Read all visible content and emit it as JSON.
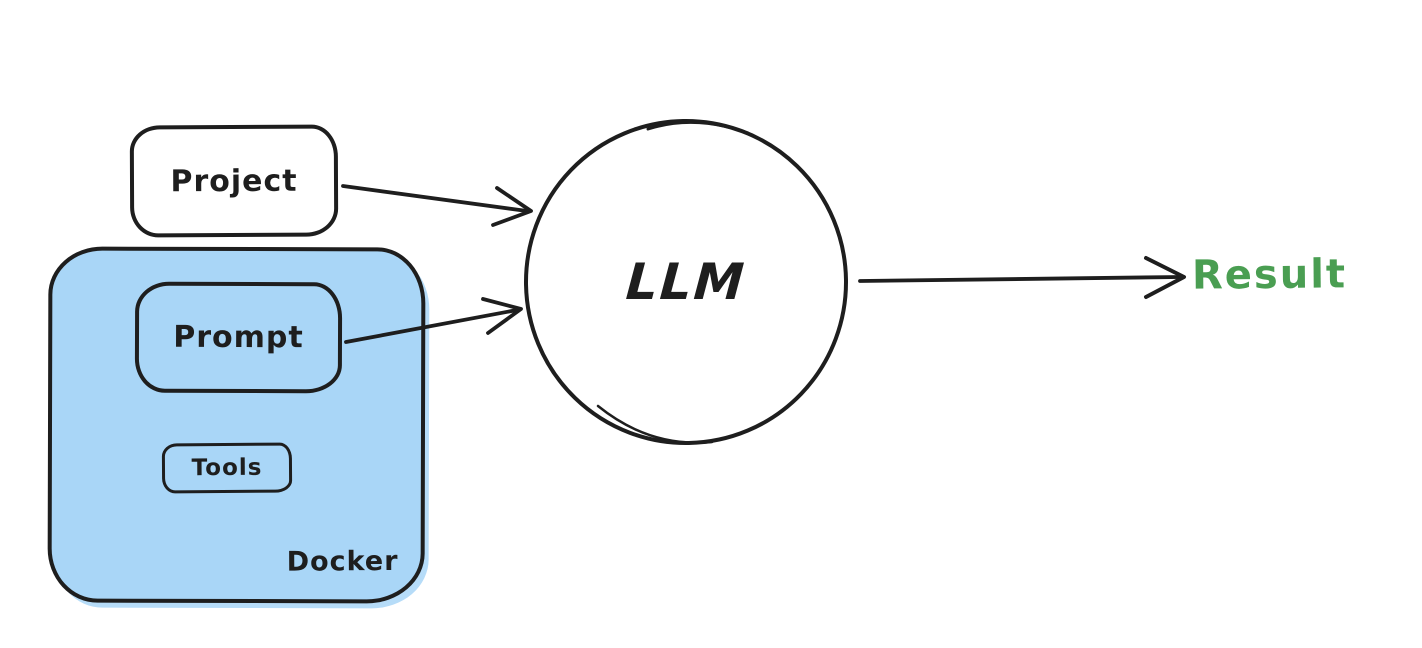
{
  "diagram": {
    "nodes": {
      "project": {
        "label": "Project",
        "shape": "rounded-rectangle",
        "fill": "#ffffff"
      },
      "docker_container": {
        "label": "Docker",
        "shape": "rounded-rectangle",
        "fill": "#a9d6f7"
      },
      "prompt": {
        "label": "Prompt",
        "shape": "rounded-rectangle",
        "fill": "transparent",
        "inside": "Docker"
      },
      "tools": {
        "label": "Tools",
        "shape": "rounded-rectangle",
        "fill": "transparent",
        "inside": "Docker"
      },
      "llm": {
        "label": "LLM",
        "shape": "circle",
        "fill": "#ffffff"
      },
      "result": {
        "label": "Result",
        "shape": "text"
      }
    },
    "edges": [
      {
        "from": "Project",
        "to": "LLM",
        "style": "arrow"
      },
      {
        "from": "Prompt",
        "to": "LLM",
        "style": "arrow"
      },
      {
        "from": "LLM",
        "to": "Result",
        "style": "arrow"
      }
    ],
    "colors": {
      "stroke": "#1e1e1e",
      "container_fill": "#a9d6f7",
      "result_text": "#4a9e52",
      "background": "#ffffff"
    }
  }
}
